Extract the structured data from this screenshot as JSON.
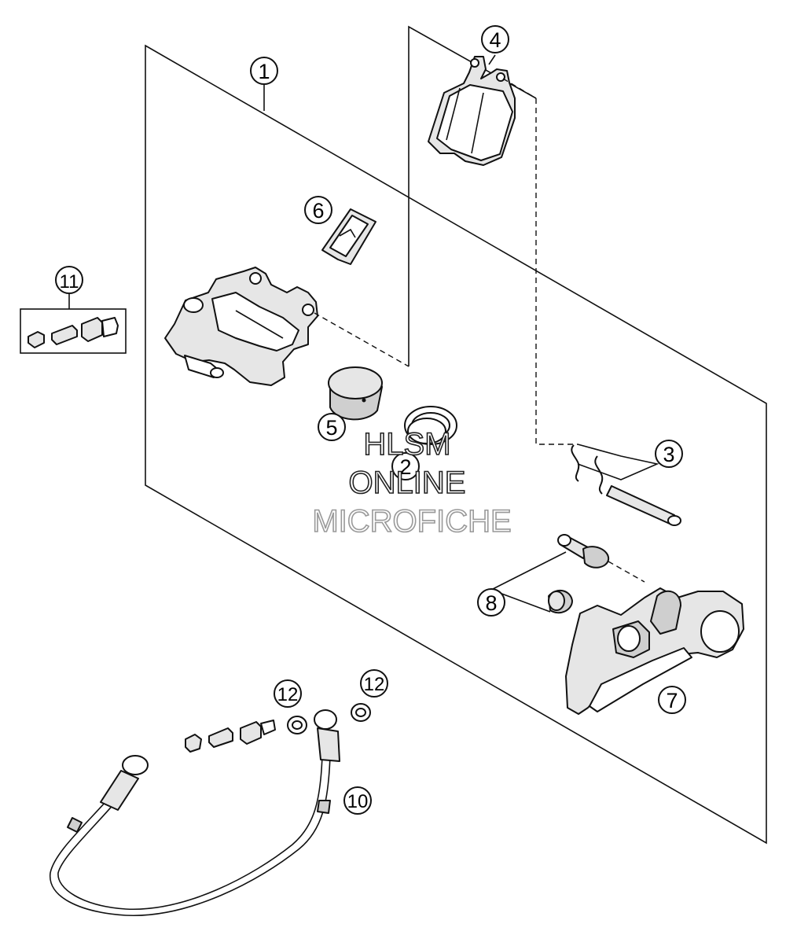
{
  "callouts": {
    "c1": "1",
    "c2": "2",
    "c3": "3",
    "c4": "4",
    "c5": "5",
    "c6": "6",
    "c7": "7",
    "c8": "8",
    "c10": "10",
    "c11": "11",
    "c12a": "12",
    "c12b": "12"
  },
  "watermark": {
    "line1": "HLSM",
    "line2": "ONLINE",
    "line3": "MICROFICHE"
  }
}
